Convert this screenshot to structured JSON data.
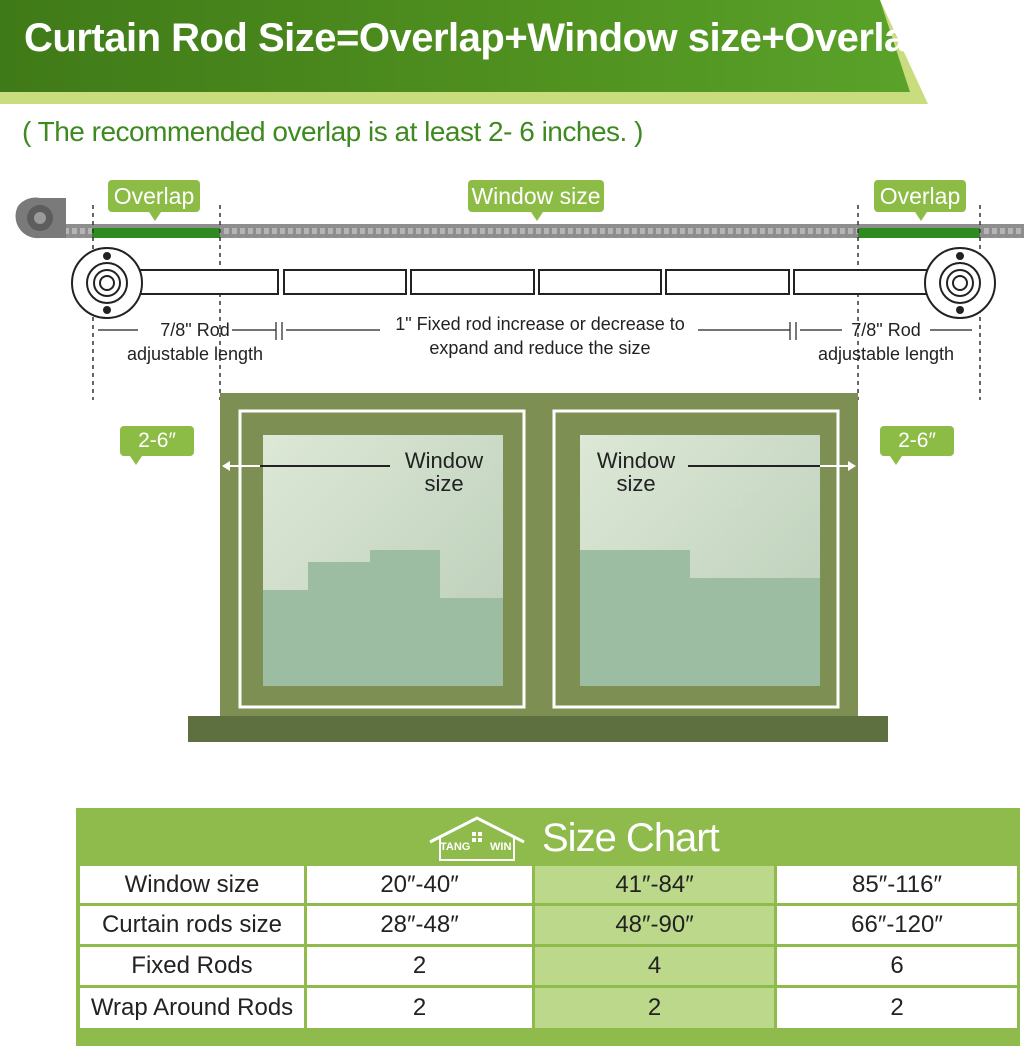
{
  "title": "Curtain Rod Size=Overlap+Window size+Overlap",
  "subtitle": "( The recommended overlap is at least 2- 6 inches. )",
  "diagram": {
    "overlap_label": "Overlap",
    "window_size_label": "Window size",
    "rod_left_line1": "7/8\" Rod",
    "rod_left_line2": "adjustable length",
    "fixed_rod_line1": "1\" Fixed rod  increase or decrease to",
    "fixed_rod_line2": "expand and reduce the size",
    "rod_right_line1": "7/8\" Rod",
    "rod_right_line2": "adjustable length",
    "side_overlap": "2-6″",
    "window_label_line1": "Window",
    "window_label_line2": "size"
  },
  "size_chart": {
    "brand_left": "TANG",
    "brand_right": "WIN",
    "title": "Size Chart",
    "highlight_color": "#bcd98b",
    "rows": [
      {
        "label": "Window size",
        "values": [
          "20″-40″",
          "41″-84″",
          "85″-116″"
        ]
      },
      {
        "label": "Curtain rods size",
        "values": [
          "28″-48″",
          "48″-90″",
          "66″-120″"
        ]
      },
      {
        "label": "Fixed Rods",
        "values": [
          "2",
          "4",
          "6"
        ]
      },
      {
        "label": "Wrap Around Rods",
        "values": [
          "2",
          "2",
          "2"
        ]
      }
    ]
  },
  "colors": {
    "banner_green": "#4f8f1f",
    "label_green": "#8cbc46",
    "window_frame": "#7d8f52",
    "glass": "#c6d9c2"
  }
}
